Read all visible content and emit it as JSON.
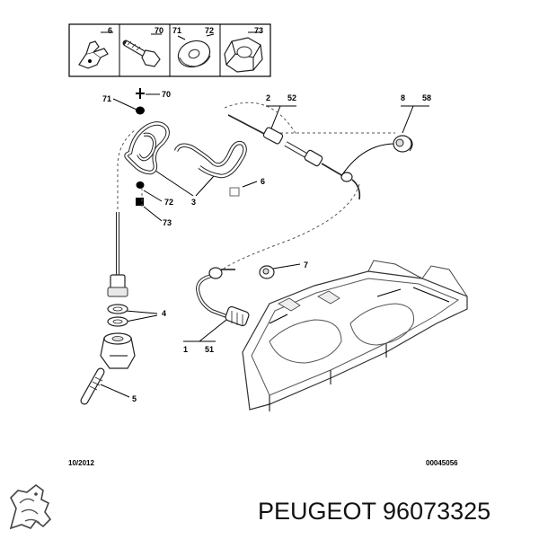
{
  "legend": [
    {
      "id": "6",
      "icon": "clip-icon"
    },
    {
      "id": "70",
      "icon": "bolt-icon"
    },
    {
      "id": "71",
      "icon": "washer-icon"
    },
    {
      "id": "72",
      "icon": "washer-icon"
    },
    {
      "id": "73",
      "icon": "nut-icon"
    }
  ],
  "callouts": {
    "c71": "71",
    "c70": "70",
    "c2": "2",
    "c52": "52",
    "c8": "8",
    "c58": "58",
    "c6": "6",
    "c72": "72",
    "c3": "3",
    "c73": "73",
    "c7": "7",
    "c4": "4",
    "c1": "1",
    "c51": "51",
    "c5": "5"
  },
  "footer": {
    "date": "10/2012",
    "ref": "00045056"
  },
  "brand": {
    "text": "PEUGEOT 96073325",
    "logo_icon": "peugeot-lion-logo-icon"
  },
  "colors": {
    "line": "#000000",
    "part_fill": "#ffffff",
    "shade": "#e8e8e8"
  }
}
